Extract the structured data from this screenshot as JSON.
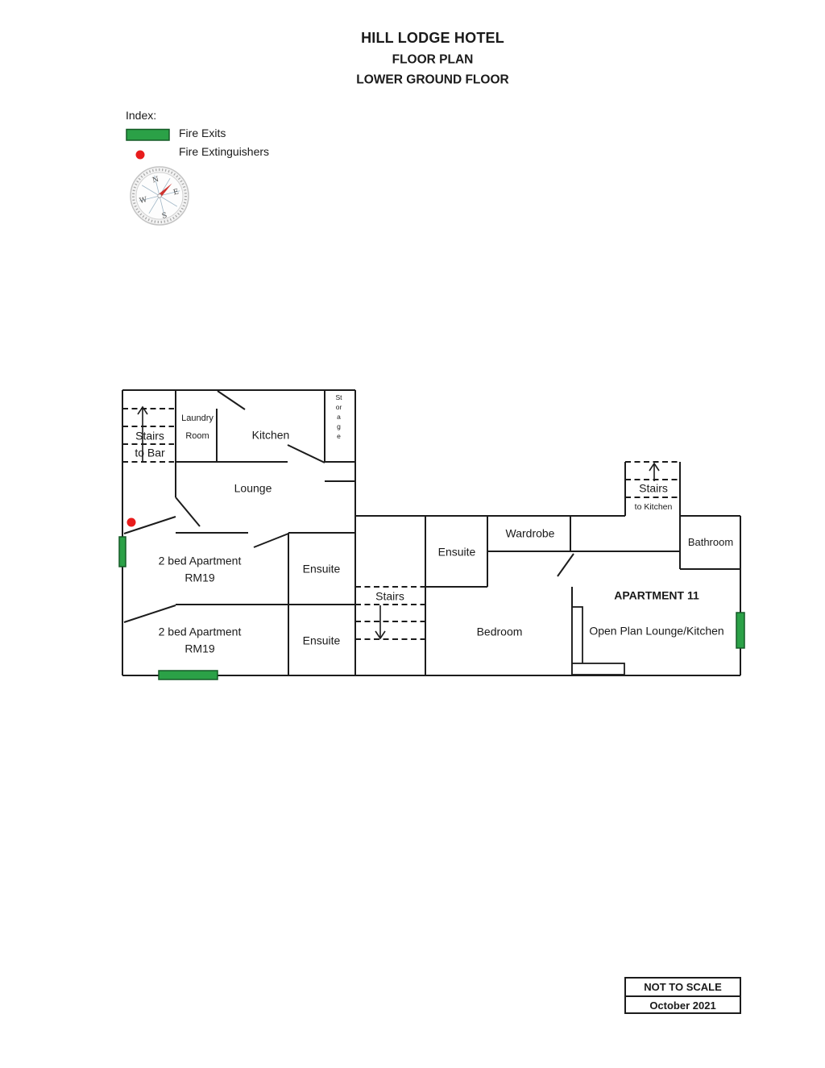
{
  "title": {
    "hotel": "HILL LODGE HOTEL",
    "doc": "FLOOR PLAN",
    "floor": "LOWER GROUND FLOOR"
  },
  "legend": {
    "heading": "Index:",
    "fire_exits": "Fire Exits",
    "fire_extinguishers": "Fire Extinguishers"
  },
  "compass": {
    "n": "N",
    "e": "E",
    "s": "S",
    "w": "W"
  },
  "colors": {
    "fire_exit": "#2ba147",
    "fire_extinguisher": "#e81c1c"
  },
  "plan": {
    "stairs_to_bar": {
      "line1": "Stairs",
      "line2": "to Bar"
    },
    "laundry_room": {
      "line1": "Laundry",
      "line2": "Room"
    },
    "kitchen": "Kitchen",
    "storage": "Storage",
    "lounge": "Lounge",
    "apartment_upper": {
      "line1": "2 bed Apartment",
      "line2": "RM19"
    },
    "ensuite_upper": "Ensuite",
    "apartment_lower": {
      "line1": "2 bed Apartment",
      "line2": "RM19"
    },
    "ensuite_lower": "Ensuite",
    "stairs_middle": "Stairs",
    "ensuite_middle": "Ensuite",
    "wardrobe": "Wardrobe",
    "bedroom": "Bedroom",
    "bathroom": "Bathroom",
    "stairs_to_kitchen": {
      "line1": "Stairs",
      "line2": "to Kitchen"
    },
    "apartment_11": {
      "name": "APARTMENT 11",
      "room": "Open Plan Lounge/Kitchen"
    }
  },
  "footer": {
    "scale": "NOT TO SCALE",
    "date": "October 2021"
  }
}
